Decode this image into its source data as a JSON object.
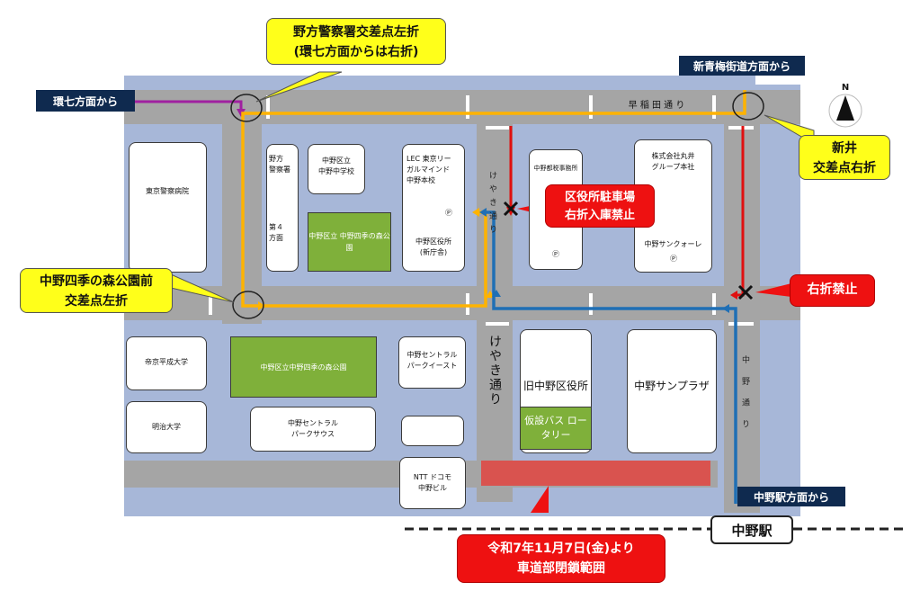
{
  "colors": {
    "road": "#a7b7d8",
    "road_gray": "#a5a5a5",
    "closed": "#d9534f",
    "route_yellow": "#ffb300",
    "route_blue": "#1f6fb5",
    "route_red": "#e01010",
    "route_purple": "#a020a0",
    "callout_yellow": "#ffff1a",
    "callout_red": "#ee1111",
    "label_navy": "#0f2a4f"
  },
  "icons": {
    "compass": "north-arrow-icon",
    "no_turn": "cross-mark-icon"
  },
  "compass_label": "N",
  "streets": {
    "waseda": "早 稲 田 通 り",
    "keyaki": "けやき通り",
    "keyaki_small": "けやき通り",
    "nakano": "中 野 通 り"
  },
  "buildings": {
    "hospital": "東京警察病院",
    "police": "野方\n警察署",
    "dai4": "第４\n方面",
    "middle_school": "中野区立\n中野中学校",
    "park_small": "中野区立\n中野四季の森公園",
    "lec": "LEC 東京リー\nガルマインド\n中野本校",
    "parking_mark": "Ⓟ",
    "city_office_new": "中野区役所\n(新庁舎)",
    "tax_office": "中野都税事務所",
    "marui": "株式会社丸井\nグループ本社",
    "sunquare": "中野サンクォーレ",
    "teikyo": "帝京平成大学",
    "meiji": "明治大学",
    "park_big": "中野区立中野四季の森公園",
    "central_east": "中野セントラル\nパークイースト",
    "central_south": "中野セントラル\nパークサウス",
    "old_office": "旧中野区役所",
    "temp_bus": "仮設バス\nロータリー",
    "sunplaza": "中野サンプラザ",
    "ntt": "NTT ドコモ\n中野ビル"
  },
  "callouts": {
    "nokata": "野方警察署交差点左折\n(環七方面からは右折)",
    "kan7": "環七方面から",
    "shinome": "新青梅街道方面から",
    "arai": "新井\n交差点右折",
    "shiki": "中野四季の森公園前\n交差点左折",
    "kuyakusho_parking": "区役所駐車場\n右折入庫禁止",
    "no_right": "右折禁止",
    "station_dir": "中野駅方面から",
    "station": "中野駅",
    "closure": "令和7年11月7日(金)より\n車道部閉鎖範囲"
  }
}
